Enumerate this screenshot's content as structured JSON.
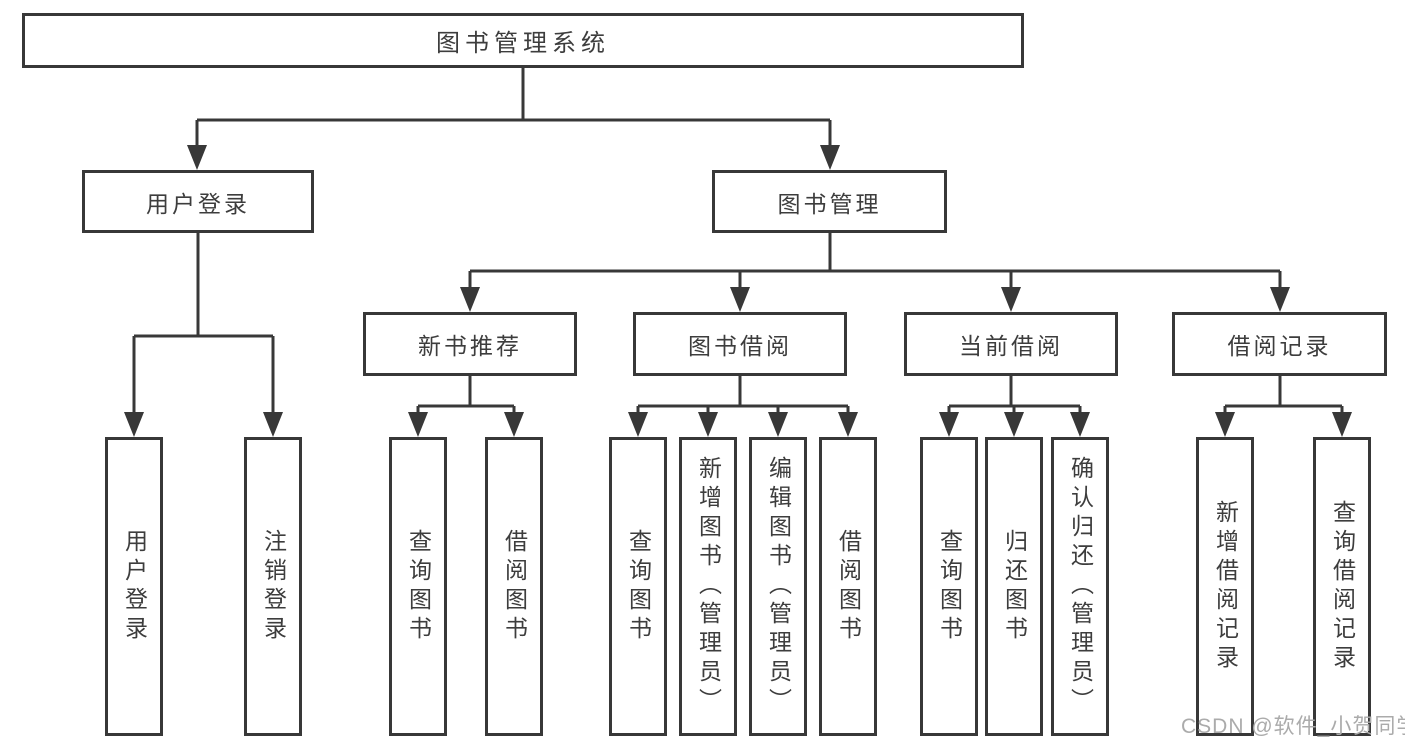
{
  "colors": {
    "line": "#383838",
    "box_border": "#383838",
    "text": "#3d3d3d",
    "background": "#ffffff",
    "watermark": "#ababab"
  },
  "watermark": {
    "text": "CSDN @软件_小贺同学"
  },
  "tree": {
    "root": {
      "label": "图书管理系统"
    },
    "branches": [
      {
        "label": "用户登录",
        "children": [
          {
            "label": "用户登录"
          },
          {
            "label": "注销登录"
          }
        ]
      },
      {
        "label": "图书管理",
        "groups": [
          {
            "label": "新书推荐",
            "children": [
              {
                "label": "查询图书"
              },
              {
                "label": "借阅图书"
              }
            ]
          },
          {
            "label": "图书借阅",
            "children": [
              {
                "label": "查询图书"
              },
              {
                "label": "新增图书（管理员）"
              },
              {
                "label": "编辑图书（管理员）"
              },
              {
                "label": "借阅图书"
              }
            ]
          },
          {
            "label": "当前借阅",
            "children": [
              {
                "label": "查询图书"
              },
              {
                "label": "归还图书"
              },
              {
                "label": "确认归还（管理员）"
              }
            ]
          },
          {
            "label": "借阅记录",
            "children": [
              {
                "label": "新增借阅记录"
              },
              {
                "label": "查询借阅记录"
              }
            ]
          }
        ]
      }
    ]
  }
}
